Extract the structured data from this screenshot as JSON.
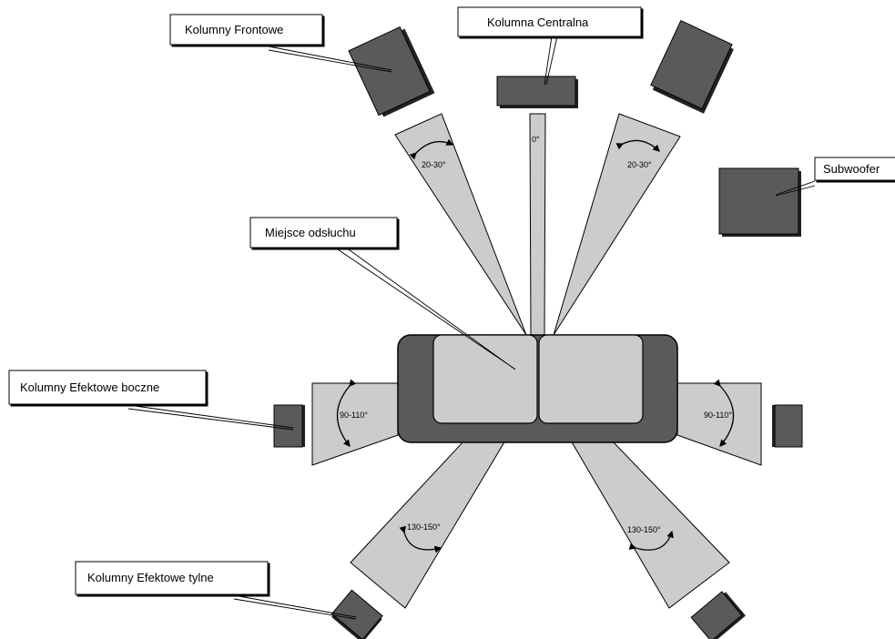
{
  "labels": {
    "front": "Kolumny Frontowe",
    "center": "Kolumna Centralna",
    "subwoofer": "Subwoofer",
    "listening": "Miejsce odsłuchu",
    "side": "Kolumny Efektowe boczne",
    "rear": "Kolumny Efektowe tylne"
  },
  "angles": {
    "center": "0°",
    "front_left": "20-30°",
    "front_right": "20-30°",
    "side_left": "90-110°",
    "side_right": "90-110°",
    "rear_left": "130-150°",
    "rear_right": "130-150°"
  },
  "colors": {
    "wedge": "#cccccc",
    "speaker": "#5a5a5a",
    "sofa_frame": "#5a5a5a",
    "cushion": "#cccccc",
    "outline": "#000000"
  }
}
